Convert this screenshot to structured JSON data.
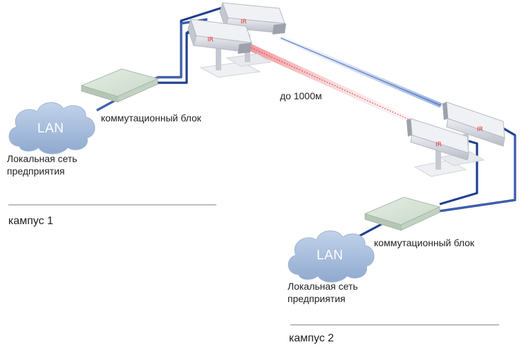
{
  "distance_label": "до 1000м",
  "campus1": {
    "lan_label": "LAN",
    "network_label_line1": "Локальная сеть",
    "network_label_line2": "предприятия",
    "switch_label": "коммутационный блок",
    "campus_label": "кампус 1"
  },
  "campus2": {
    "lan_label": "LAN",
    "network_label_line1": "Локальная сеть",
    "network_label_line2": "предприятия",
    "switch_label": "коммутационный блок",
    "campus_label": "кампус 2"
  },
  "device_marks": [
    "IR",
    "IR",
    "IR",
    "IR"
  ],
  "colors": {
    "cable": "#1f3f8f",
    "cable_inner": "#3b63c4",
    "laser_red": "#e0323a",
    "laser_blue": "#4a78c8",
    "cloud": "#a9bfdc",
    "switch_box": "#d6e4d6",
    "device_body": "#d4d7de"
  }
}
